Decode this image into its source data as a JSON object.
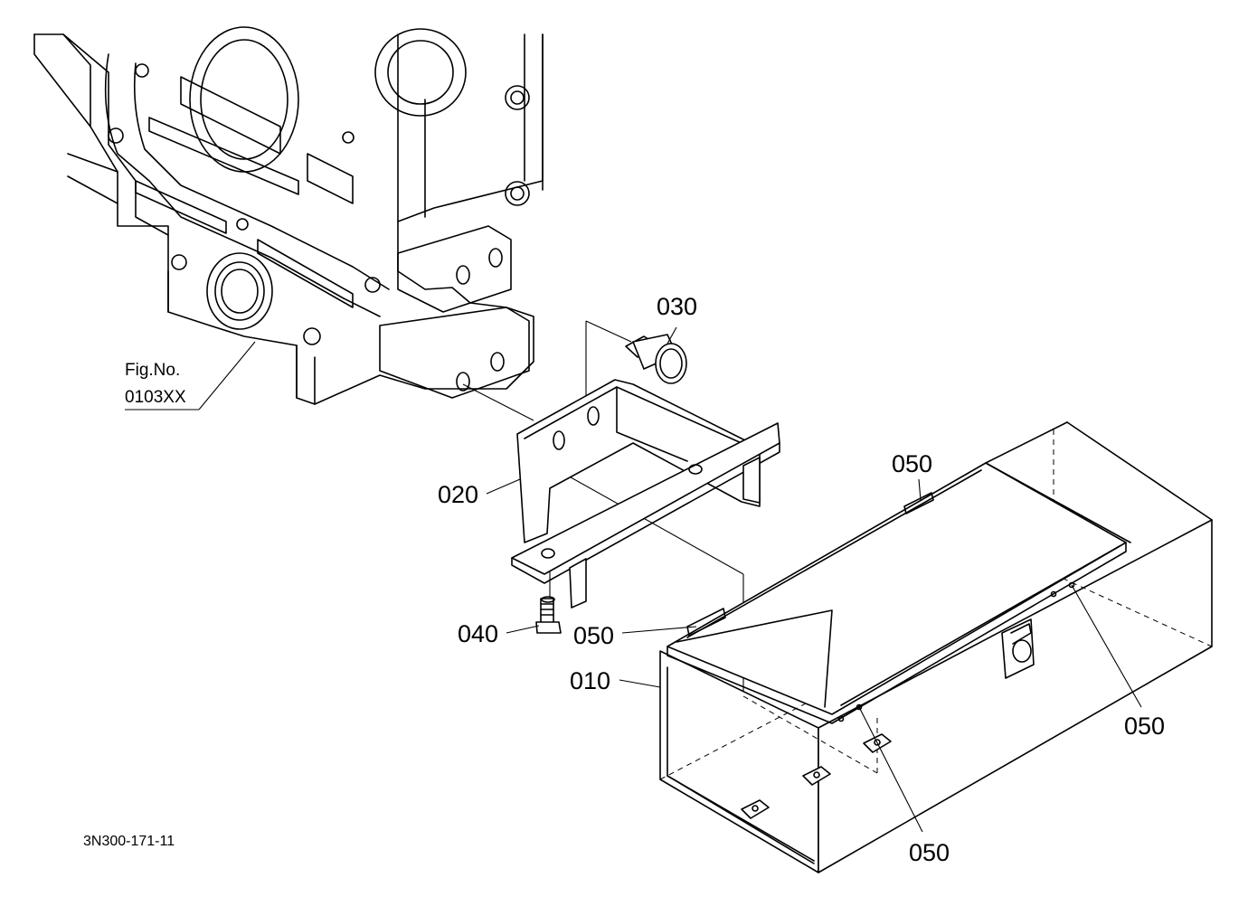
{
  "callouts": {
    "c010": "010",
    "c020": "020",
    "c030": "030",
    "c040": "040",
    "c050_top": "050",
    "c050_left": "050",
    "c050_right": "050",
    "c050_bottom": "050"
  },
  "figure_reference": {
    "line1": "Fig.No.",
    "line2": "0103XX"
  },
  "drawing_number": "3N300-171-11"
}
